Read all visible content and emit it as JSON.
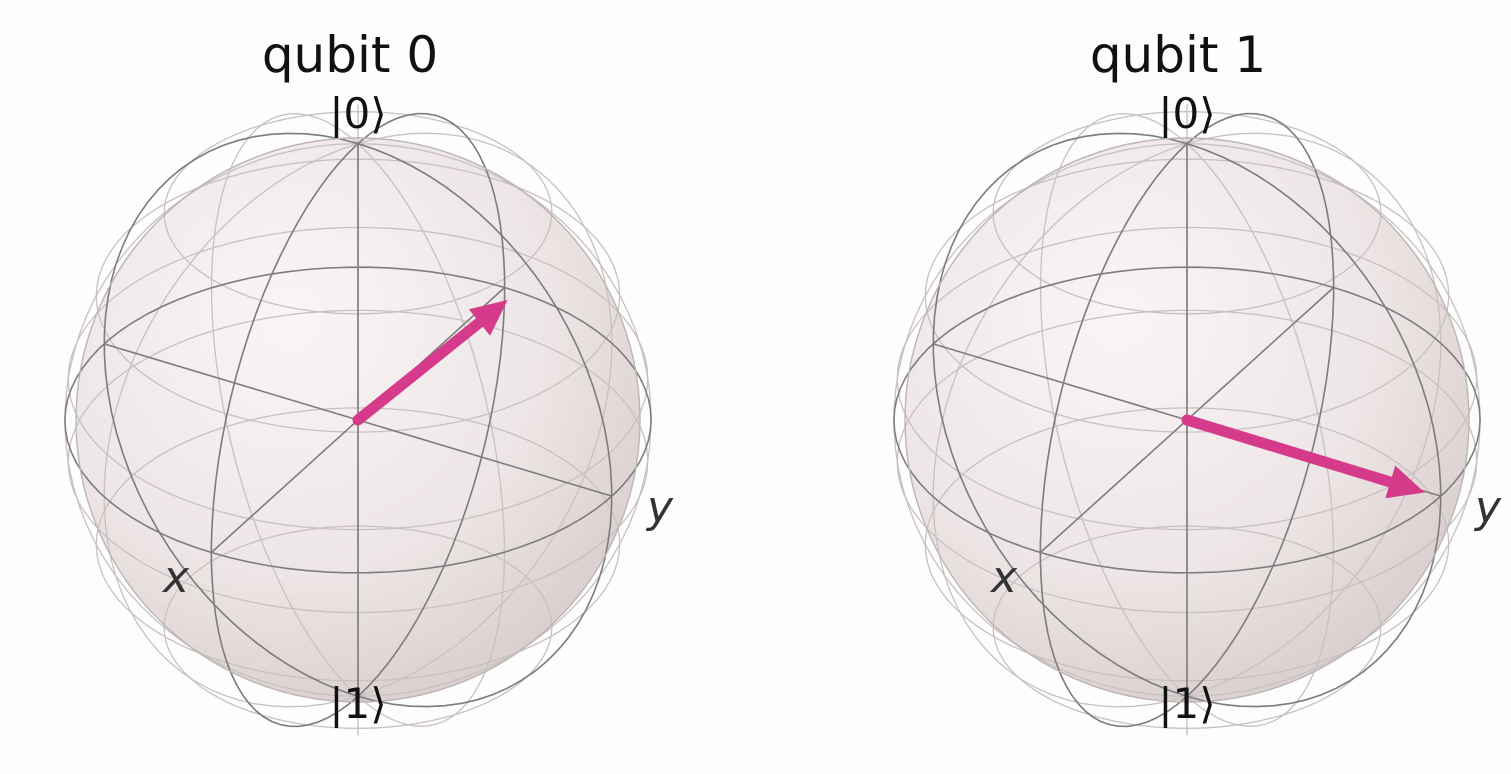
{
  "qubits": [
    {
      "title": "qubit 0",
      "north_label": "|0⟩",
      "south_label": "|1⟩",
      "x_label": "x",
      "y_label": "y",
      "vector": [
        -0.12,
        0.52,
        0.52
      ],
      "vector_color": "#d63a8a"
    },
    {
      "title": "qubit 1",
      "north_label": "|0⟩",
      "south_label": "|1⟩",
      "x_label": "x",
      "y_label": "y",
      "vector": [
        -0.15,
        0.85,
        -0.1
      ],
      "vector_color": "#d63a8a"
    }
  ],
  "colors": {
    "sphere_fill": "#f5eeee",
    "sphere_shade": "#ddd3d3",
    "line": "#7d7d7d",
    "grid": "#c9c0c0"
  }
}
